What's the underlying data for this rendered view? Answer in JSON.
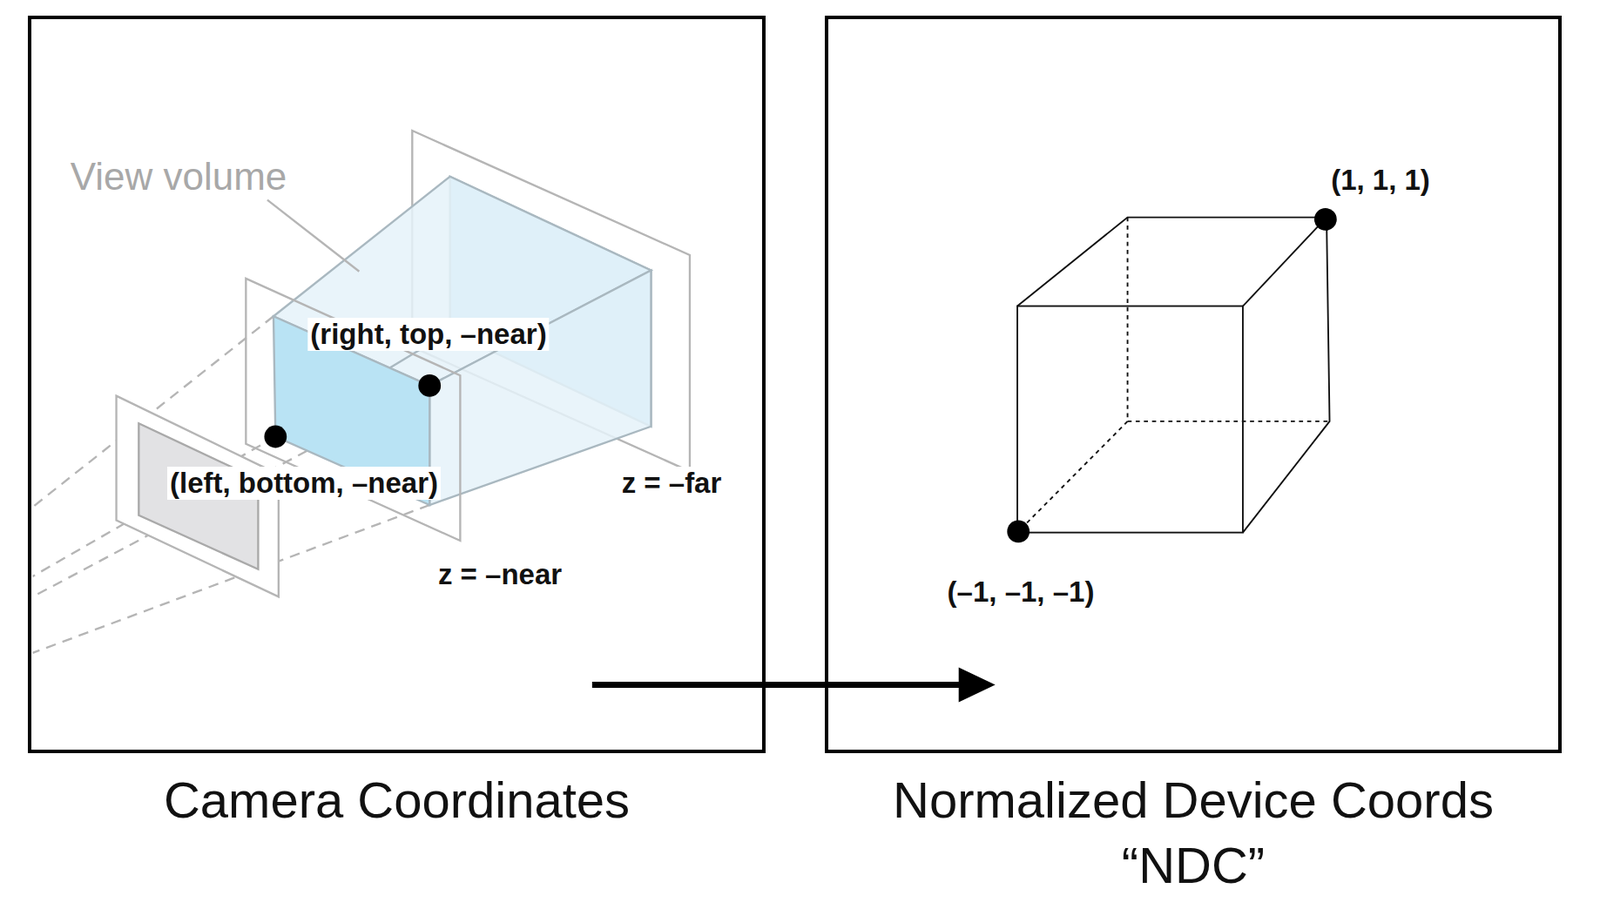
{
  "diagram": {
    "nodes": [
      {
        "text": [
          "Camera Coordinates"
        ]
      },
      {
        "text": [
          "Normalized Device Coords “NDC”"
        ]
      }
    ],
    "edges": [
      {
        "from": 0,
        "to": 1,
        "arrow": "to"
      }
    ],
    "labels": [
      "View volume",
      "(right, top, –near)",
      "(left, bottom, –near)",
      "z = –far",
      "z = –near",
      "(1, 1, 1)",
      "(–1, –1, –1)"
    ]
  }
}
